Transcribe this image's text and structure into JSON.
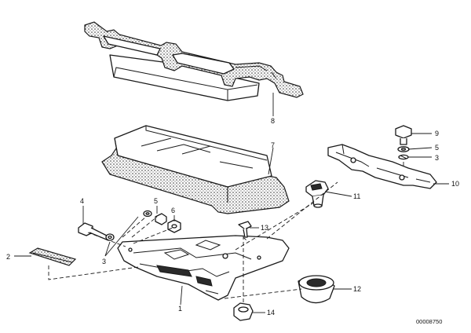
{
  "diagram": {
    "reference_number": "00008750",
    "callouts": [
      {
        "key": "part-1",
        "label": "1"
      },
      {
        "key": "part-2",
        "label": "2"
      },
      {
        "key": "part-3-left",
        "label": "3"
      },
      {
        "key": "part-3-right",
        "label": "3"
      },
      {
        "key": "part-4",
        "label": "4"
      },
      {
        "key": "part-5-left",
        "label": "5"
      },
      {
        "key": "part-5-right",
        "label": "5"
      },
      {
        "key": "part-6",
        "label": "6"
      },
      {
        "key": "part-7",
        "label": "7"
      },
      {
        "key": "part-8",
        "label": "8"
      },
      {
        "key": "part-9",
        "label": "9"
      },
      {
        "key": "part-10",
        "label": "10"
      },
      {
        "key": "part-11",
        "label": "11"
      },
      {
        "key": "part-12",
        "label": "12"
      },
      {
        "key": "part-13",
        "label": "13"
      },
      {
        "key": "part-14",
        "label": "14"
      }
    ]
  }
}
